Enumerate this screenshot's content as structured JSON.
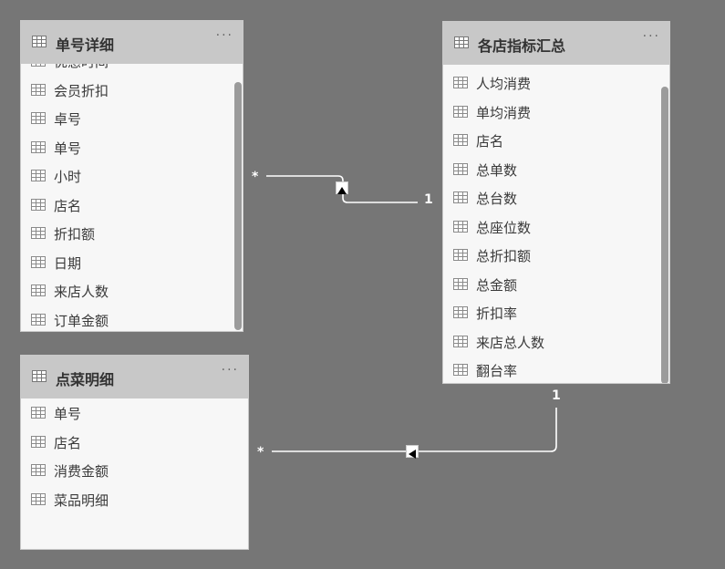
{
  "tables": {
    "dhxx": {
      "title": "单号详细",
      "partial_top_field": "优惠时间",
      "fields": [
        "会员折扣",
        "卓号",
        "单号",
        "小时",
        "店名",
        "折扣额",
        "日期",
        "来店人数",
        "订单金额"
      ]
    },
    "gdzbhz": {
      "title": "各店指标汇总",
      "fields": [
        "人均消费",
        "单均消费",
        "店名",
        "总单数",
        "总台数",
        "总座位数",
        "总折扣额",
        "总金额",
        "折扣率",
        "来店总人数",
        "翻台率"
      ]
    },
    "dcmx": {
      "title": "点菜明细",
      "fields": [
        "单号",
        "店名",
        "消费金额",
        "菜品明细"
      ]
    }
  },
  "relationships": [
    {
      "from_table": "单号详细",
      "to_table": "各店指标汇总",
      "from_cardinality": "*",
      "to_cardinality": "1",
      "arrow": "up"
    },
    {
      "from_table": "点菜明细",
      "to_table": "各店指标汇总",
      "from_cardinality": "*",
      "to_cardinality": "1",
      "arrow": "left"
    }
  ],
  "colors": {
    "canvas": "#767676",
    "header": "#c8c8c8",
    "card": "#f7f7f7",
    "line": "#ffffff",
    "scrollbar": "#9b9b9b"
  },
  "icons": {
    "header": "table-icon",
    "field": "table-icon",
    "menu": "more-options-icon"
  }
}
